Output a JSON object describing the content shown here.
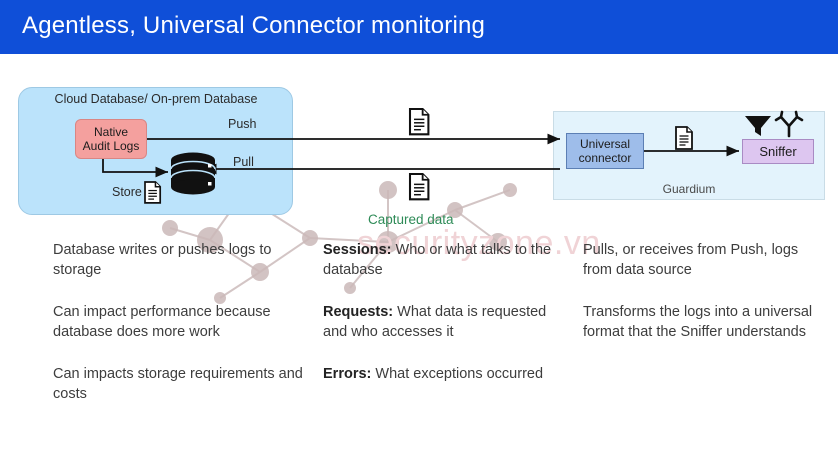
{
  "header": {
    "title": "Agentless, Universal Connector monitoring",
    "bg_color": "#0f4fd8",
    "text_color": "#ffffff"
  },
  "watermark": {
    "text": "securityzone.vn",
    "color": "#f0d3d6"
  },
  "diagram": {
    "cloud_box": {
      "label": "Cloud Database/ On-prem Database",
      "bg_color": "#bbe3fb"
    },
    "native_audit_logs": {
      "line1": "Native",
      "line2": "Audit Logs",
      "bg_color": "#f4a09e"
    },
    "database_cylinder": {
      "icon": "database-cylinder-icon"
    },
    "store": {
      "label": "Store",
      "icon": "document-icon"
    },
    "push": {
      "label": "Push"
    },
    "pull": {
      "label": "Pull"
    },
    "captured_data": {
      "label": "Captured data",
      "color": "#2e8b57"
    },
    "guardium_box": {
      "label": "Guardium",
      "bg_color": "#e3f3fc"
    },
    "universal_connector": {
      "line1": "Universal",
      "line2": "connector",
      "bg_color": "#9ebdea"
    },
    "sniffer": {
      "label": "Sniffer",
      "bg_color": "#ddc6f0"
    },
    "top_icons": [
      {
        "name": "funnel-filter-icon"
      },
      {
        "name": "branch-arrow-icon"
      }
    ],
    "flow_documents": [
      {
        "name": "document-icon-push-flow"
      },
      {
        "name": "document-icon-pull-flow"
      },
      {
        "name": "document-icon-connector-to-sniffer"
      }
    ]
  },
  "columns": [
    {
      "id": "column-database",
      "paragraphs": [
        {
          "bold": "",
          "text": "Database writes or pushes logs to storage"
        },
        {
          "bold": "",
          "text": "Can impact performance because database does more work"
        },
        {
          "bold": "",
          "text": "Can impacts storage requirements and costs"
        }
      ]
    },
    {
      "id": "column-captured-data",
      "paragraphs": [
        {
          "bold": "Sessions:",
          "text": " Who or what talks to the database"
        },
        {
          "bold": "Requests:",
          "text": " What data is requested and who accesses it"
        },
        {
          "bold": "Errors:",
          "text": " What exceptions occurred"
        }
      ]
    },
    {
      "id": "column-universal-connector",
      "paragraphs": [
        {
          "bold": "",
          "text": "Pulls, or receives from Push, logs from data source"
        },
        {
          "bold": "",
          "text": "Transforms the logs into a universal format that the Sniffer understands"
        }
      ]
    }
  ]
}
